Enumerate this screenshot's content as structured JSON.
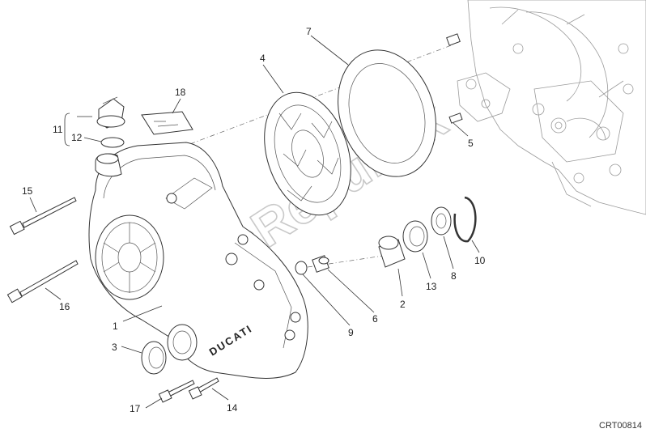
{
  "diagram": {
    "labels": {
      "l1": "1",
      "l2": "2",
      "l3": "3",
      "l4": "4",
      "l5": "5",
      "l6": "6",
      "l7": "7",
      "l8": "8",
      "l9": "9",
      "l10": "10",
      "l11": "11",
      "l12": "12",
      "l13": "13",
      "l14": "14",
      "l15": "15",
      "l16": "16",
      "l17": "17",
      "l18": "18"
    },
    "drawing_code": "CRT00814",
    "watermark": "PartsRepublik",
    "cover_logo": "DUCATI"
  }
}
